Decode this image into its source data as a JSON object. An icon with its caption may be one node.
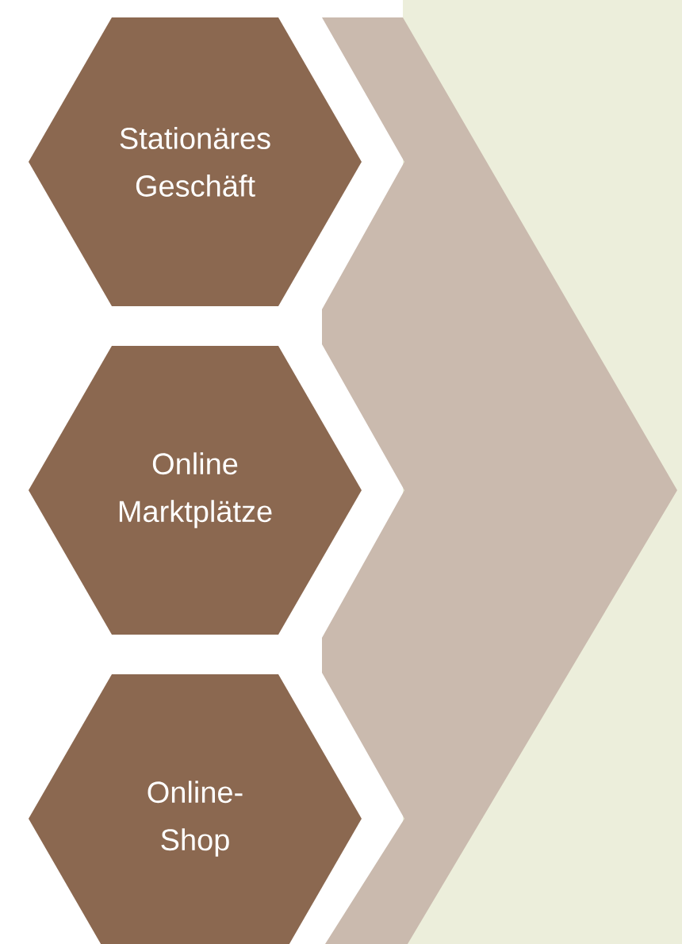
{
  "diagram": {
    "nodes": [
      {
        "text": [
          "Stationäres Geschäft"
        ]
      },
      {
        "text": [
          "Online Marktplätze"
        ]
      },
      {
        "text": [
          "Online- Shop"
        ]
      }
    ]
  }
}
